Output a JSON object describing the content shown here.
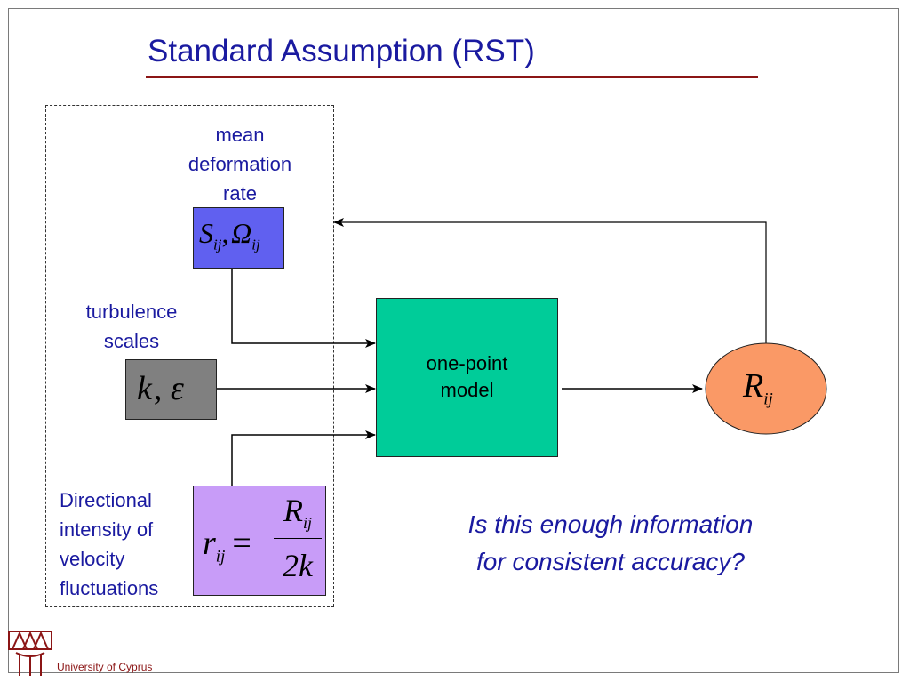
{
  "title": "Standard Assumption (RST)",
  "labels": {
    "mean_deformation_rate": [
      "mean",
      "deformation",
      "rate"
    ],
    "turbulence_scales": [
      "turbulence",
      "scales"
    ],
    "directional_intensity": [
      "Directional",
      "intensity of",
      "velocity",
      "fluctuations"
    ]
  },
  "boxes": {
    "strain_rotation": {
      "S": "S",
      "S_sub": "ij",
      "sep": ",",
      "Omega": "Ω",
      "Omega_sub": "ij"
    },
    "k_epsilon": {
      "k": "k",
      "sep": ",",
      "eps": "ε"
    },
    "r_ij": {
      "r": "r",
      "r_sub": "ij",
      "eq": "=",
      "num": "R",
      "num_sub": "ij",
      "den": "2k"
    },
    "model": [
      "one-point",
      "model"
    ],
    "output": {
      "R": "R",
      "R_sub": "ij"
    }
  },
  "question": [
    "Is this enough information",
    "for  consistent accuracy?"
  ],
  "footer": {
    "institution": "University of Cyprus"
  },
  "colors": {
    "title": "#1a1aa0",
    "title_rule": "#8b1515",
    "strain_box": "#6060f0",
    "k_eps_box": "#808080",
    "r_box": "#c89cf8",
    "model_box": "#00cc99",
    "output_ellipse": "#fa9966",
    "footer": "#8b1515"
  }
}
